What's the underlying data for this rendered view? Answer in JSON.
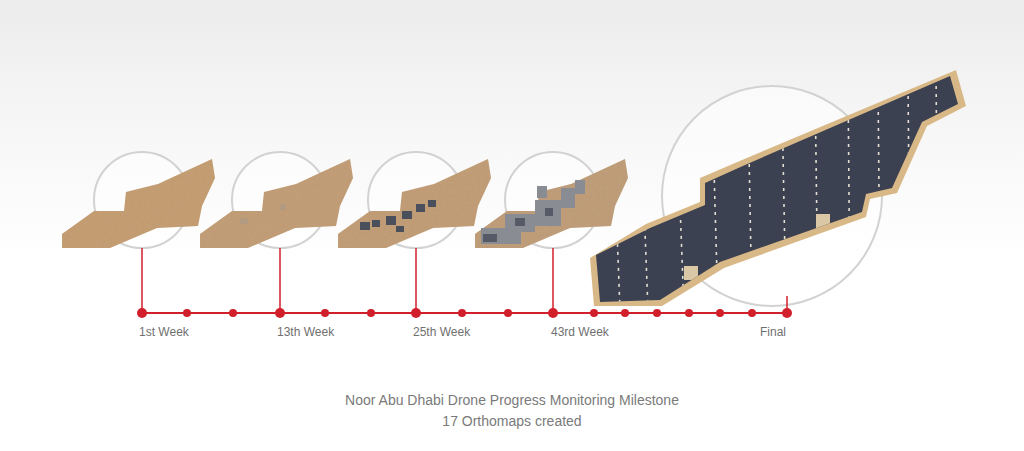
{
  "diagram": {
    "caption": "Noor Abu Dhabi Drone Progress Monitoring Milestone",
    "labels": [
      "1st Week",
      "13th Week",
      "25th Week",
      "43rd Week",
      "Final",
      "17 Orthomaps created"
    ]
  }
}
